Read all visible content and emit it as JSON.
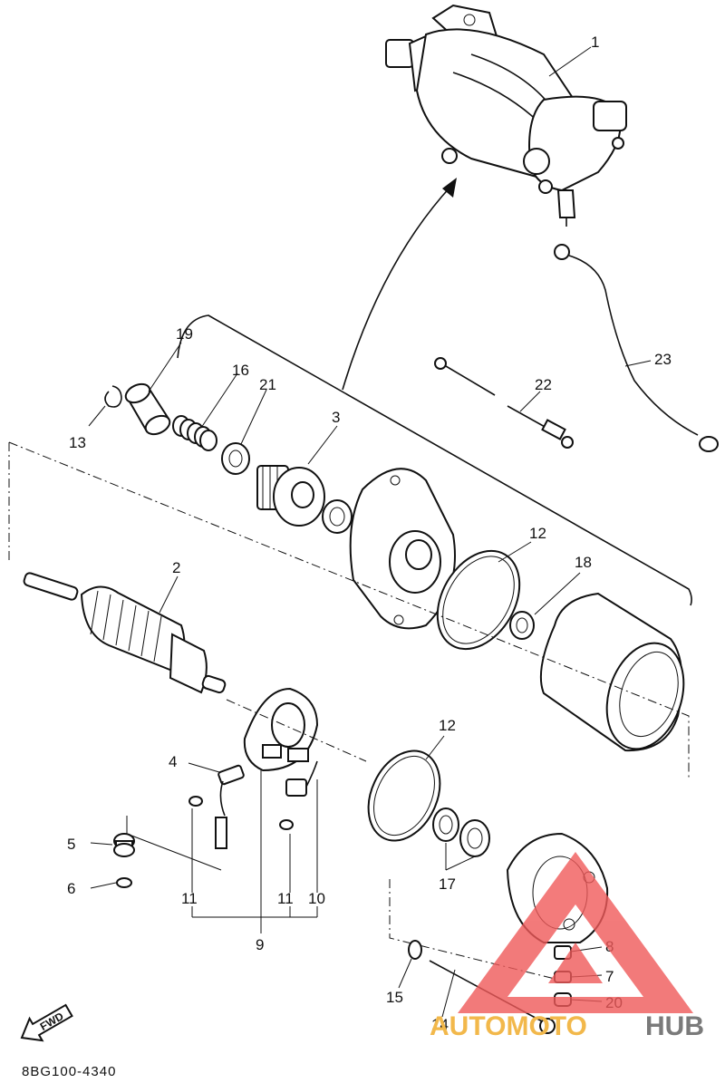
{
  "diagram_code": "8BG100-4340",
  "fwd_label": "FWD",
  "watermark": {
    "part1": "AUTOMOTO",
    "part2": "HUB",
    "color_red": "#f05a5a",
    "color_orange": "#f2b84b",
    "color_gray": "#7a7a7a"
  },
  "callouts": [
    {
      "id": "c1",
      "label": "1"
    },
    {
      "id": "c2",
      "label": "2"
    },
    {
      "id": "c3",
      "label": "3"
    },
    {
      "id": "c4",
      "label": "4"
    },
    {
      "id": "c5",
      "label": "5"
    },
    {
      "id": "c6",
      "label": "6"
    },
    {
      "id": "c7",
      "label": "7"
    },
    {
      "id": "c8",
      "label": "8"
    },
    {
      "id": "c9",
      "label": "9"
    },
    {
      "id": "c10",
      "label": "10"
    },
    {
      "id": "c11a",
      "label": "11"
    },
    {
      "id": "c11b",
      "label": "11"
    },
    {
      "id": "c11c",
      "label": "11"
    },
    {
      "id": "c12a",
      "label": "12"
    },
    {
      "id": "c12b",
      "label": "12"
    },
    {
      "id": "c13",
      "label": "13"
    },
    {
      "id": "c14",
      "label": "14"
    },
    {
      "id": "c15",
      "label": "15"
    },
    {
      "id": "c16",
      "label": "16"
    },
    {
      "id": "c17",
      "label": "17"
    },
    {
      "id": "c18",
      "label": "18"
    },
    {
      "id": "c19",
      "label": "19"
    },
    {
      "id": "c20",
      "label": "20"
    },
    {
      "id": "c21",
      "label": "21"
    },
    {
      "id": "c22",
      "label": "22"
    },
    {
      "id": "c23",
      "label": "23"
    }
  ]
}
